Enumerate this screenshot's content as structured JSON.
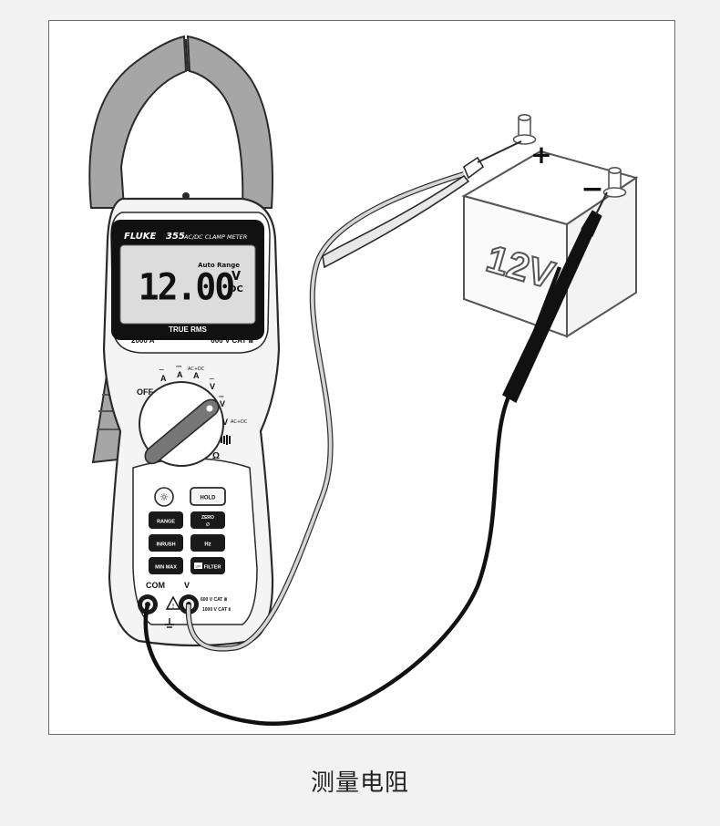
{
  "meter": {
    "brand": "FLUKE",
    "model": "355",
    "model_desc": "AC/DC CLAMP METER",
    "reading": "12.00",
    "range_mode": "Auto Range",
    "unit": "V",
    "unit_mode": "DC",
    "display_footer": "TRUE RMS",
    "max_current": "2000 A",
    "cat_rating": "600 V CAT Ⅲ",
    "dial": {
      "off": "OFF",
      "a_ac": "A",
      "a_dc": "A",
      "a_acdc": "A",
      "v_ac": "V",
      "v_dc": "V",
      "v_acdc": "V",
      "ohm": "Ω",
      "acdc_mark": "AC+DC"
    },
    "buttons": {
      "backlight": "☼",
      "hold": "HOLD",
      "range": "RANGE",
      "zero": "ZERO",
      "inrush": "INRUSH",
      "hz": "Hz",
      "minmax": "MIN MAX",
      "filter": "FILTER",
      "lpf": "LPF"
    },
    "terminals": {
      "com": "COM",
      "v": "V",
      "rating1": "600 V CAT Ⅲ",
      "rating2": "1000 V CAT Ⅱ"
    }
  },
  "battery": {
    "label": "12V",
    "plus": "+",
    "minus": "−"
  },
  "caption": "测量电阻",
  "colors": {
    "clamp_jaw": "#a6a6a6",
    "body": "#f4f4f4",
    "outline": "#2a2a2a",
    "lcd": "#dcdcdc",
    "lead_black": "#111111",
    "lead_gray": "#d6d6d6",
    "button": "#1a1a1a"
  }
}
